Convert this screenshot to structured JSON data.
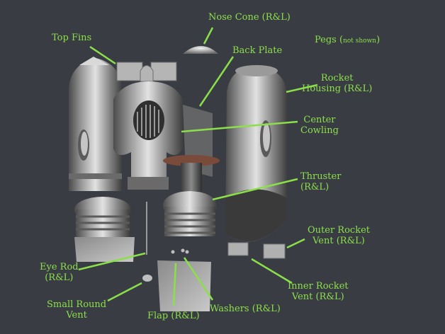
{
  "labels": {
    "nose_cone": "Nose Cone (R&L)",
    "top_fins": "Top Fins",
    "back_plate": "Back Plate",
    "pegs": "Pegs (",
    "pegs_note": "not shown",
    "pegs_close": ")",
    "rocket_housing": [
      "Rocket",
      "Housing (R&L)"
    ],
    "center_cowling": [
      "Center",
      "Cowling"
    ],
    "thruster": [
      "Thruster",
      "(R&L)"
    ],
    "outer_rocket_vent": [
      "Outer Rocket",
      "Vent (R&L)"
    ],
    "eye_rod": [
      "Eye Rod",
      "(R&L)"
    ],
    "inner_rocket_vent": [
      "Inner Rocket",
      "Vent (R&L)"
    ],
    "small_round_vent": [
      "Small Round",
      "Vent"
    ],
    "washers": "Washers (R&L)",
    "flap": "Flap (R&L)"
  },
  "colors": {
    "background": "#3a3c44",
    "label": "#8be04a",
    "leader": "#8be04a",
    "metal_light": "#d8d8d8",
    "metal_dark": "#4a4a4a"
  }
}
